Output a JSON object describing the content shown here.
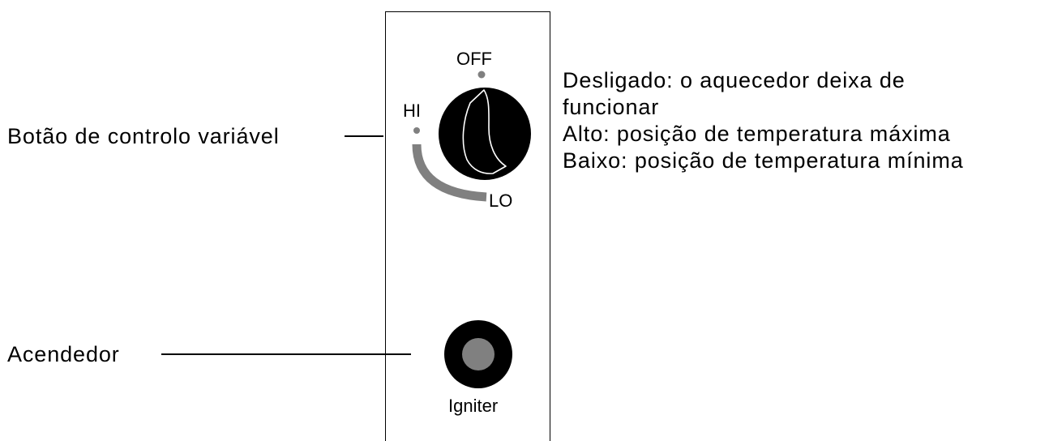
{
  "callouts": {
    "control_knob": "Botão de controlo variável",
    "igniter": "Acendedor"
  },
  "dial": {
    "off": "OFF",
    "hi": "HI",
    "lo": "LO"
  },
  "igniter_caption": "Igniter",
  "description": [
    "Desligado: o aquecedor deixa de",
    "funcionar",
    "Alto: posição de temperatura máxima",
    "Baixo: posição de temperatura mínima"
  ]
}
